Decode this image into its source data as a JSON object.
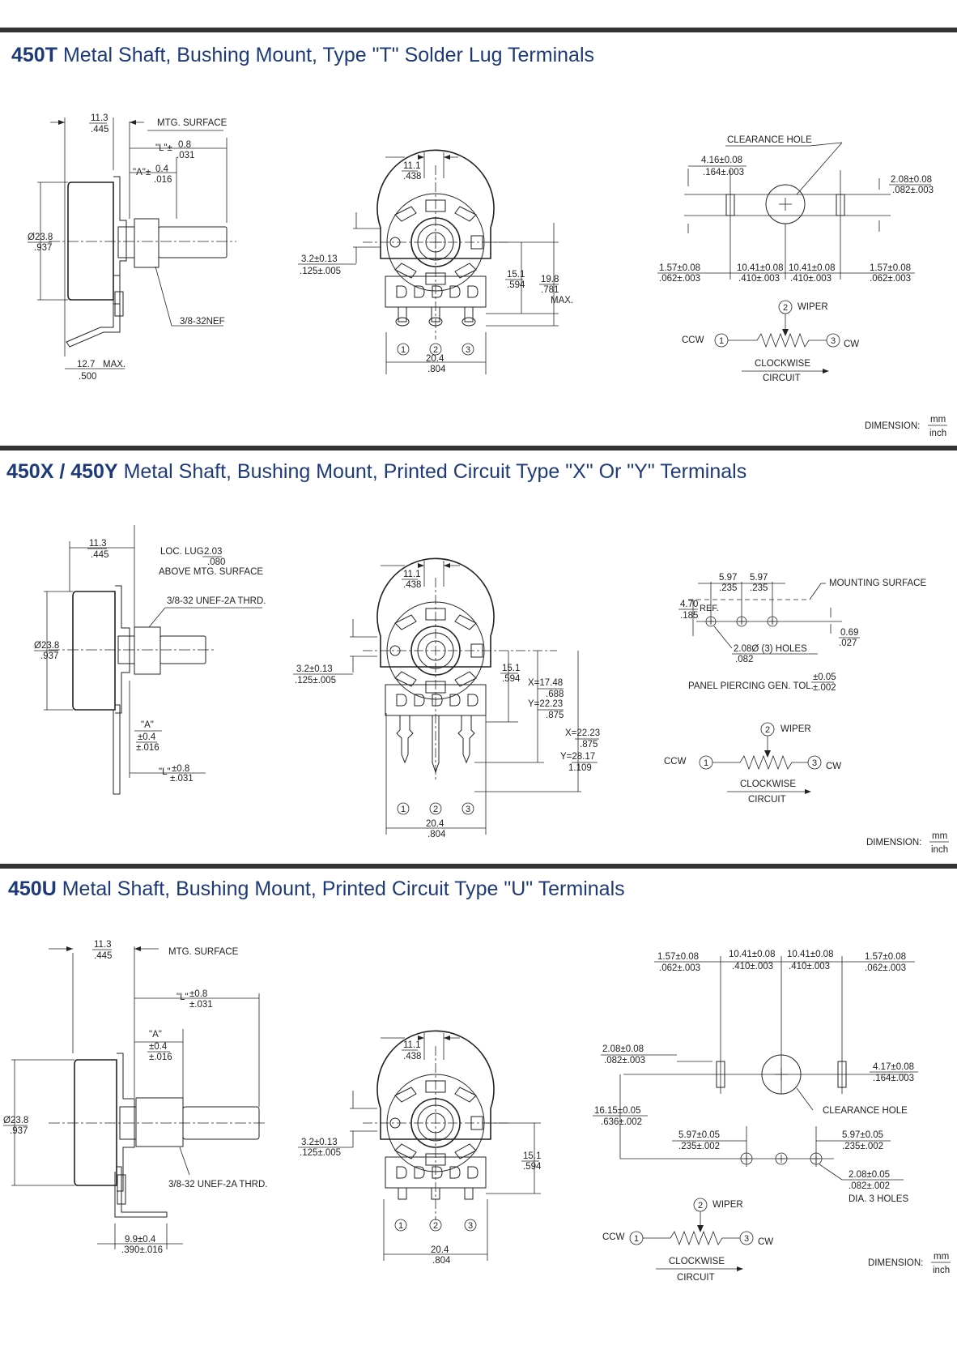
{
  "sections": [
    {
      "code": "450T",
      "title": "Metal Shaft, Bushing Mount, Type \"T\" Solder Lug Terminals",
      "side": {
        "body_len_mm": "11.3",
        "body_len_in": ".445",
        "mtg_surface": "MTG. SURFACE",
        "l_label": "\"L\"±",
        "l_tol_mm": "0.8",
        "l_tol_in": ".031",
        "a_label": "\"A\"±",
        "a_tol_mm": "0.4",
        "a_tol_in": ".016",
        "dia_mm": "Ø23.8",
        "dia_in": ".937",
        "thread": "3/8-32NEF",
        "lug_mm": "12.7",
        "lug_max": "MAX.",
        "lug_in": ".500"
      },
      "front": {
        "top_mm": "11.1",
        "top_in": ".438",
        "key_mm": "3.2±0.13",
        "key_in": ".125±.005",
        "h1_mm": "15.1",
        "h1_in": ".594",
        "h2_mm": "19.8",
        "h2_in": ".781",
        "h2_max": "MAX.",
        "width_mm": "20.4",
        "width_in": ".804",
        "pins": [
          "1",
          "2",
          "3"
        ]
      },
      "panel": {
        "clearance": "CLEARANCE HOLE",
        "d1_mm": "4.16±0.08",
        "d1_in": ".164±.003",
        "d2_mm": "2.08±0.08",
        "d2_in": ".082±.003",
        "l1_mm": "1.57±0.08",
        "l1_in": ".062±.003",
        "c1_mm": "10.41±0.08",
        "c1_in": ".410±.003",
        "c2_mm": "10.41±0.08",
        "c2_in": ".410±.003",
        "r1_mm": "1.57±0.08",
        "r1_in": ".062±.003"
      },
      "circuit": {
        "wiper": "WIPER",
        "ccw": "CCW",
        "cw": "CW",
        "clockwise": "CLOCKWISE",
        "circuit": "CIRCUIT",
        "n1": "1",
        "n2": "2",
        "n3": "3"
      },
      "dimension": {
        "label": "DIMENSION:",
        "mm": "mm",
        "inch": "inch"
      }
    },
    {
      "code": "450X / 450Y",
      "title": "Metal Shaft, Bushing Mount, Printed Circuit Type \"X\" Or \"Y\" Terminals",
      "side": {
        "body_len_mm": "11.3",
        "body_len_in": ".445",
        "loc_lug": "LOC. LUG",
        "loc_mm": "2.03",
        "loc_in": ".080",
        "above": "ABOVE MTG. SURFACE",
        "thread": "3/8-32 UNEF-2A THRD.",
        "dia_mm": "Ø23.8",
        "dia_in": ".937",
        "a_label": "\"A\"",
        "a_tol_mm": "±0.4",
        "a_tol_in": "±.016",
        "l_label": "\"L\"",
        "l_tol_mm": "±0.8",
        "l_tol_in": "±.031"
      },
      "front": {
        "top_mm": "11.1",
        "top_in": ".438",
        "key_mm": "3.2±0.13",
        "key_in": ".125±.005",
        "h1_mm": "15.1",
        "h1_in": ".594",
        "x1_mm": "X=17.48",
        "x1_in": ".688",
        "y1_mm": "Y=22.23",
        "y1_in": ".875",
        "x2_mm": "X=22.23",
        "x2_in": ".875",
        "y2_mm": "Y=28.17",
        "y2_in": "1.109",
        "width_mm": "20.4",
        "width_in": ".804",
        "pins": [
          "1",
          "2",
          "3"
        ]
      },
      "panel": {
        "s1_mm": "5.97",
        "s1_in": ".235",
        "s2_mm": "5.97",
        "s2_in": ".235",
        "mounting": "MOUNTING SURFACE",
        "ref_mm": "4.70",
        "ref": "REF.",
        "ref_in": ".185",
        "off_mm": "0.69",
        "off_in": ".027",
        "holes_mm": "2.08Ø (3) HOLES",
        "holes_in": ".082",
        "panel_tol_label": "PANEL PIERCING GEN. TOL.",
        "tol_mm": "±0.05",
        "tol_in": "±.002"
      },
      "circuit": {
        "wiper": "WIPER",
        "ccw": "CCW",
        "cw": "CW",
        "clockwise": "CLOCKWISE",
        "circuit": "CIRCUIT",
        "n1": "1",
        "n2": "2",
        "n3": "3"
      },
      "dimension": {
        "label": "DIMENSION:",
        "mm": "mm",
        "inch": "inch"
      }
    },
    {
      "code": "450U",
      "title": "Metal Shaft, Bushing Mount, Printed Circuit Type \"U\" Terminals",
      "side": {
        "body_len_mm": "11.3",
        "body_len_in": ".445",
        "mtg_surface": "MTG. SURFACE",
        "l_label": "\"L\"",
        "l_tol_mm": "±0.8",
        "l_tol_in": "±.031",
        "a_label": "\"A\"",
        "a_tol_mm": "±0.4",
        "a_tol_in": "±.016",
        "dia_mm": "Ø23.8",
        "dia_in": ".937",
        "thread": "3/8-32 UNEF-2A THRD.",
        "lug_mm": "9.9±0.4",
        "lug_in": ".390±.016"
      },
      "front": {
        "top_mm": "11.1",
        "top_in": ".438",
        "key_mm": "3.2±0.13",
        "key_in": ".125±.005",
        "h1_mm": "15.1",
        "h1_in": ".594",
        "width_mm": "20.4",
        "width_in": ".804",
        "pins": [
          "1",
          "2",
          "3"
        ]
      },
      "panel": {
        "l1_mm": "1.57±0.08",
        "l1_in": ".062±.003",
        "c1_mm": "10.41±0.08",
        "c1_in": ".410±.003",
        "c2_mm": "10.41±0.08",
        "c2_in": ".410±.003",
        "r1_mm": "1.57±0.08",
        "r1_in": ".062±.003",
        "d2_mm": "2.08±0.08",
        "d2_in": ".082±.003",
        "d1_mm": "4.17±0.08",
        "d1_in": ".164±.003",
        "v_mm": "16.15±0.05",
        "v_in": ".636±.002",
        "clearance": "CLEARANCE HOLE",
        "s1_mm": "5.97±0.05",
        "s1_in": ".235±.002",
        "s2_mm": "5.97±0.05",
        "s2_in": ".235±.002",
        "holes_mm": "2.08±0.05",
        "holes_in": ".082±.002",
        "holes_label": "DIA. 3 HOLES"
      },
      "circuit": {
        "wiper": "WIPER",
        "ccw": "CCW",
        "cw": "CW",
        "clockwise": "CLOCKWISE",
        "circuit": "CIRCUIT",
        "n1": "1",
        "n2": "2",
        "n3": "3"
      },
      "dimension": {
        "label": "DIMENSION:",
        "mm": "mm",
        "inch": "inch"
      }
    }
  ]
}
